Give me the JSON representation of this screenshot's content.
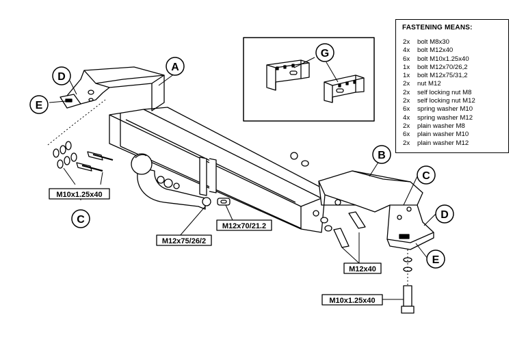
{
  "callouts": {
    "A": "A",
    "B": "B",
    "C_left": "C",
    "C_right": "C",
    "D_left": "D",
    "D_right": "D",
    "E_left": "E",
    "E_right": "E",
    "G": "G"
  },
  "labels": {
    "m10_left": "M10x1.25x40",
    "m10_bottom": "M10x1.25x40",
    "m12x75": "M12x75/26/2",
    "m12x70": "M12x70/21.2",
    "m12x40": "M12x40"
  },
  "fastening": {
    "title": "FASTENING MEANS:",
    "items": [
      {
        "qty": "2x",
        "desc": "bolt M8x30"
      },
      {
        "qty": "4x",
        "desc": "bolt M12x40"
      },
      {
        "qty": "6x",
        "desc": "bolt M10x1.25x40"
      },
      {
        "qty": "1x",
        "desc": "bolt M12x70/26,2"
      },
      {
        "qty": "1x",
        "desc": "bolt M12x75/31,2"
      },
      {
        "qty": "2x",
        "desc": "nut M12"
      },
      {
        "qty": "2x",
        "desc": "self locking nut M8"
      },
      {
        "qty": "2x",
        "desc": "self locking nut M12"
      },
      {
        "qty": "6x",
        "desc": "spring washer M10"
      },
      {
        "qty": "4x",
        "desc": "spring washer M12"
      },
      {
        "qty": "2x",
        "desc": "plain washer M8"
      },
      {
        "qty": "6x",
        "desc": "plain washer M10"
      },
      {
        "qty": "2x",
        "desc": "plain washer M12"
      }
    ]
  },
  "colors": {
    "line": "#000000",
    "background": "#ffffff"
  }
}
